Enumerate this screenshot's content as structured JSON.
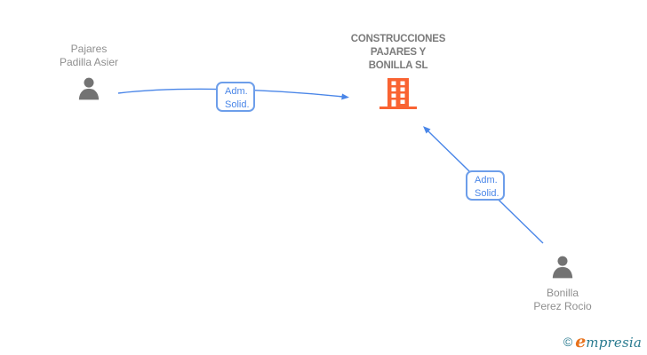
{
  "diagram": {
    "company": {
      "name_line1": "CONSTRUCCIONES",
      "name_line2": "PAJARES Y",
      "name_line3": "BONILLA SL"
    },
    "person1": {
      "name_line1": "Pajares",
      "name_line2": "Padilla Asier"
    },
    "person2": {
      "name_line1": "Bonilla",
      "name_line2": "Perez Rocio"
    },
    "edges": [
      {
        "from": "Pajares Padilla Asier",
        "to": "CONSTRUCCIONES PAJARES Y BONILLA SL",
        "label_line1": "Adm.",
        "label_line2": "Solid."
      },
      {
        "from": "Bonilla Perez Rocio",
        "to": "CONSTRUCCIONES PAJARES Y BONILLA SL",
        "label_line1": "Adm.",
        "label_line2": "Solid."
      }
    ],
    "colors": {
      "edge_blue": "#4a86e8",
      "label_box_border": "#6d9eea",
      "building_orange": "#f96332",
      "person_gray": "#737373",
      "person_label_gray": "#8f8f8f",
      "company_label_gray": "#7b7b7b",
      "watermark_teal": "#2a7b90",
      "watermark_orange": "#e8731d"
    }
  },
  "watermark": {
    "copyright_symbol": "©",
    "brand_initial": "e",
    "brand_rest": "mpresia"
  }
}
